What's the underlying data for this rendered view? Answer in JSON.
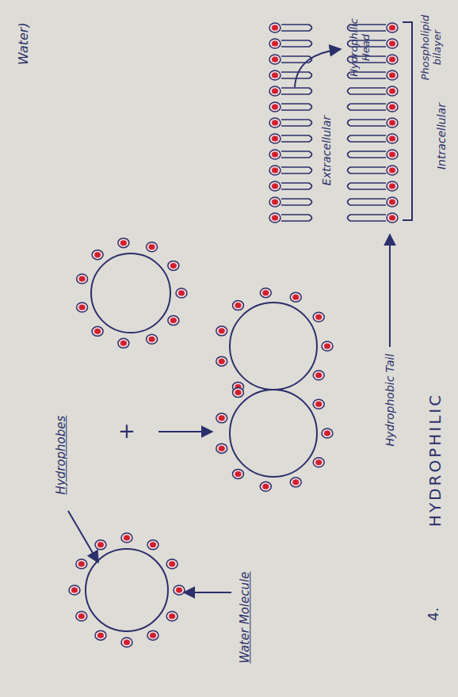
{
  "diagram": {
    "labels": [
      "Water)",
      "Hydrophobes",
      "Water Molecule",
      "+",
      "Hydrophilic Head",
      "Extracellular",
      "Phospholipid bilayer",
      "Hydrophobic Tail",
      "Intracellular",
      "HYDROPHILIC",
      "4."
    ]
  }
}
